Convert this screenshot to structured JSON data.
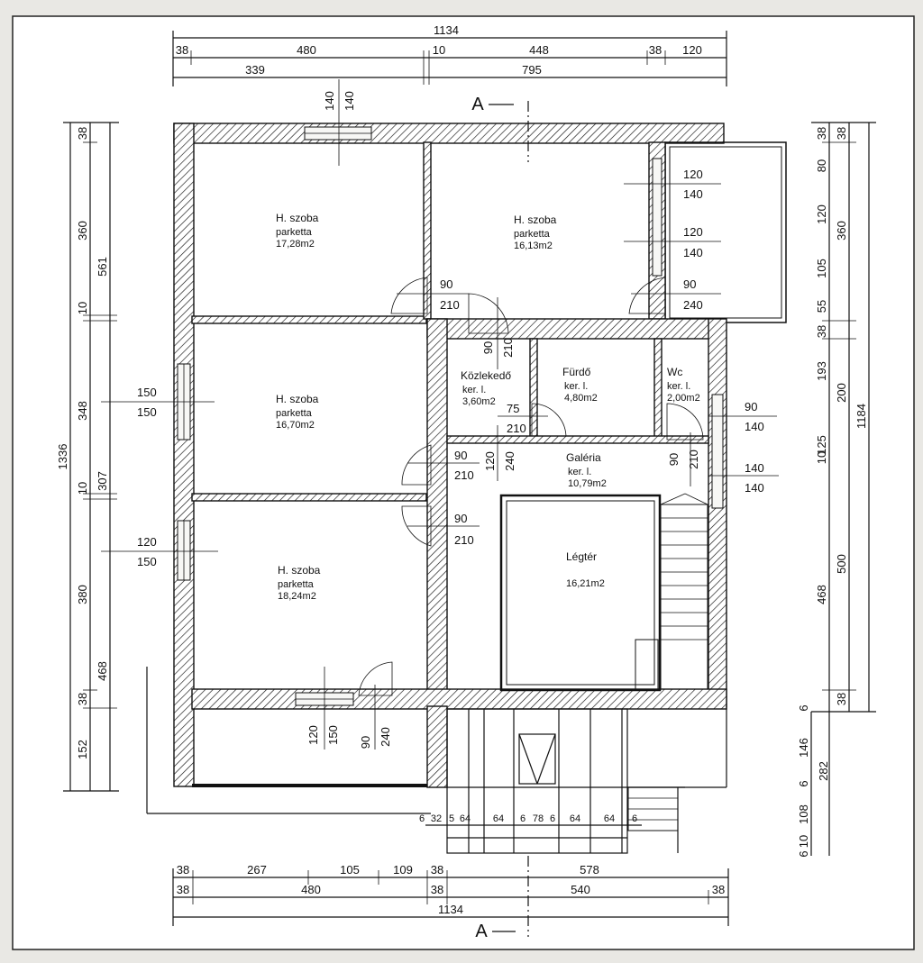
{
  "section_marks": {
    "top": "A",
    "bottom": "A"
  },
  "rooms": [
    {
      "name": "H. szoba",
      "floor": "parketta",
      "area": "17,28m2"
    },
    {
      "name": "H. szoba",
      "floor": "parketta",
      "area": "16,13m2"
    },
    {
      "name": "H. szoba",
      "floor": "parketta",
      "area": "16,70m2"
    },
    {
      "name": "Közlekedő",
      "floor": "ker. l.",
      "area": "3,60m2"
    },
    {
      "name": "Fürdő",
      "floor": "ker. l.",
      "area": "4,80m2"
    },
    {
      "name": "Wc",
      "floor": "ker. l.",
      "area": "2,00m2"
    },
    {
      "name": "Galéria",
      "floor": "ker. l.",
      "area": "10,79m2"
    },
    {
      "name": "H. szoba",
      "floor": "parketta",
      "area": "18,24m2"
    },
    {
      "name": "Légtér",
      "floor": "",
      "area": "16,21m2"
    }
  ],
  "dims_top": {
    "overall": "1134",
    "row2": [
      "38",
      "480",
      "10",
      "448",
      "38",
      "120"
    ],
    "row3": [
      "339",
      "795"
    ]
  },
  "dims_bottom": {
    "row1": [
      "38",
      "267",
      "105",
      "109",
      "38",
      "578"
    ],
    "row2": [
      "38",
      "480",
      "38",
      "540",
      "38"
    ],
    "overall": "1134",
    "stair": [
      "6",
      "32",
      "5",
      "64",
      "64",
      "6",
      "78",
      "6",
      "64",
      "64",
      "6"
    ]
  },
  "dims_left": {
    "overall": "1336",
    "outer": [
      "561",
      "307",
      "468"
    ],
    "inner": [
      "38",
      "360",
      "10",
      "348",
      "10",
      "380",
      "38",
      "152"
    ]
  },
  "dims_right": {
    "inner": [
      "38",
      "80",
      "120",
      "105",
      "55",
      "38",
      "193",
      "125",
      "10"
    ],
    "mid": [
      "38",
      "360",
      "200",
      "500",
      "38"
    ],
    "outer": [
      "1184",
      "468"
    ],
    "lower": [
      "6",
      "146",
      "6",
      "108",
      "10",
      "6"
    ],
    "lower_total": "282"
  },
  "openings": {
    "top_window": [
      "140",
      "140"
    ],
    "right_window_1": [
      "120",
      "140"
    ],
    "right_window_2": [
      "120",
      "140"
    ],
    "door_bedroom2": [
      "90",
      "240"
    ],
    "door_bedroom1": [
      "90",
      "210"
    ],
    "door_corridor": [
      "90",
      "210"
    ],
    "left_window_1": [
      "150",
      "150"
    ],
    "left_window_2": [
      "120",
      "150"
    ],
    "door_bath": [
      "75",
      "210"
    ],
    "door_stair_gap": [
      "120",
      "240"
    ],
    "door_bedroom3": [
      "90",
      "210"
    ],
    "door_bedroom4": [
      "90",
      "210"
    ],
    "door_wc": [
      "90",
      "210"
    ],
    "wc_window": [
      "90",
      "140"
    ],
    "stair_window": [
      "140",
      "140"
    ],
    "bottom_window": [
      "120",
      "150"
    ],
    "bottom_door": [
      "90",
      "240"
    ]
  }
}
